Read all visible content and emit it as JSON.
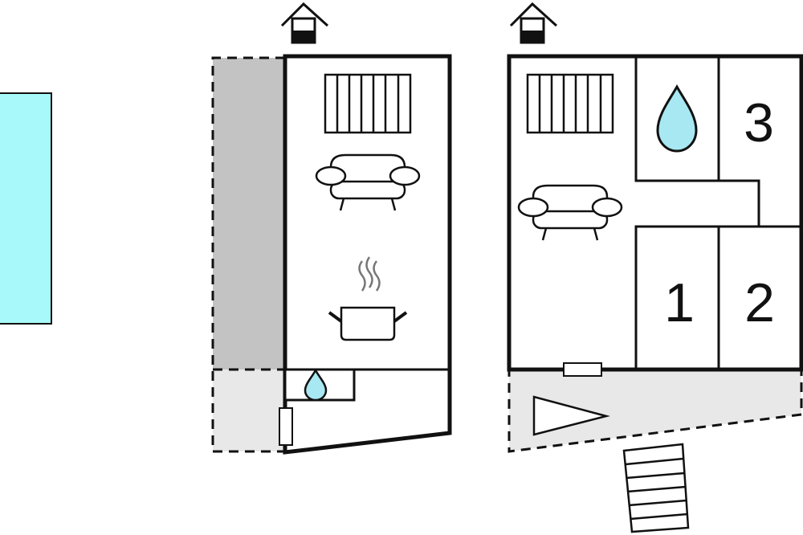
{
  "colors": {
    "pool": "#a8fafa",
    "terrace_covered": "#c3c3c3",
    "terrace_open": "#e8e8e8",
    "water_drop": "#a8e8f2",
    "wall": "#111111"
  },
  "icons": [
    "pool",
    "house-floor-marker-icon",
    "radiator-icon",
    "sofa-icon",
    "cooking-pot-icon",
    "water-drop-icon",
    "door-icon",
    "entrance-arrow-icon",
    "stairs-icon"
  ],
  "bedrooms": {
    "room_1": "1",
    "room_2": "2",
    "room_3": "3"
  }
}
